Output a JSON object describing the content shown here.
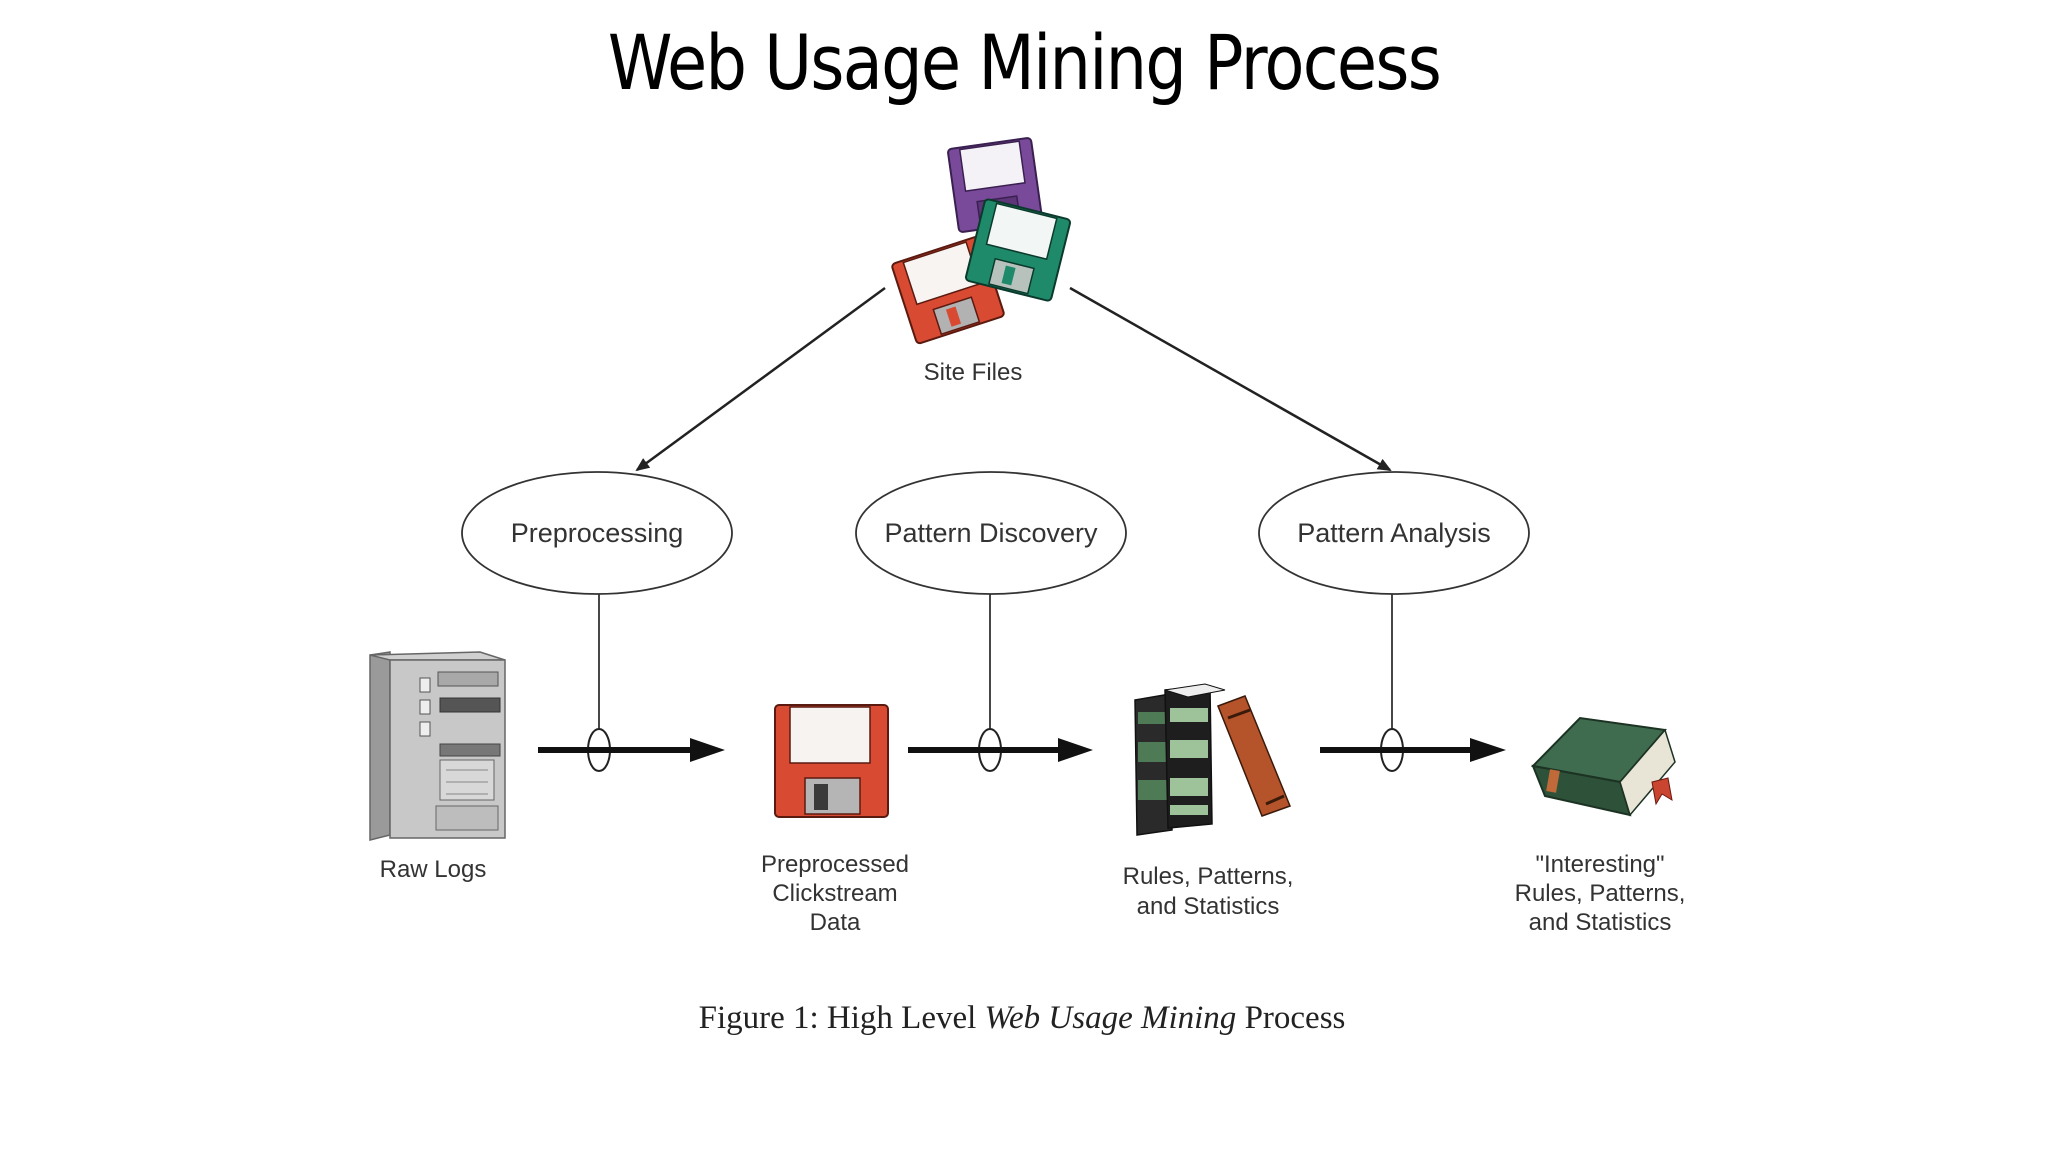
{
  "title": "Web Usage Mining Process",
  "diagram": {
    "source": {
      "label": "Site Files",
      "icon": "floppy-disks-icon"
    },
    "stages": [
      {
        "label": "Preprocessing"
      },
      {
        "label": "Pattern Discovery"
      },
      {
        "label": "Pattern Analysis"
      }
    ],
    "items": [
      {
        "lines": [
          "Raw Logs"
        ],
        "icon": "server-icon"
      },
      {
        "lines": [
          "Preprocessed",
          "Clickstream",
          "Data"
        ],
        "icon": "floppy-disk-icon"
      },
      {
        "lines": [
          "Rules, Patterns,",
          "and Statistics"
        ],
        "icon": "books-icon"
      },
      {
        "lines": [
          "\"Interesting\"",
          "Rules, Patterns,",
          "and Statistics"
        ],
        "icon": "book-icon"
      }
    ]
  },
  "caption": {
    "prefix": "Figure 1:  High Level",
    "emphasis": "Web Usage Mining",
    "suffix": "Process"
  },
  "colors": {
    "floppy_purple": "#7a4a9a",
    "floppy_green": "#1f8a6a",
    "floppy_red": "#d84a32",
    "book_green": "#3f6b4e",
    "book_brown": "#b5532b"
  }
}
